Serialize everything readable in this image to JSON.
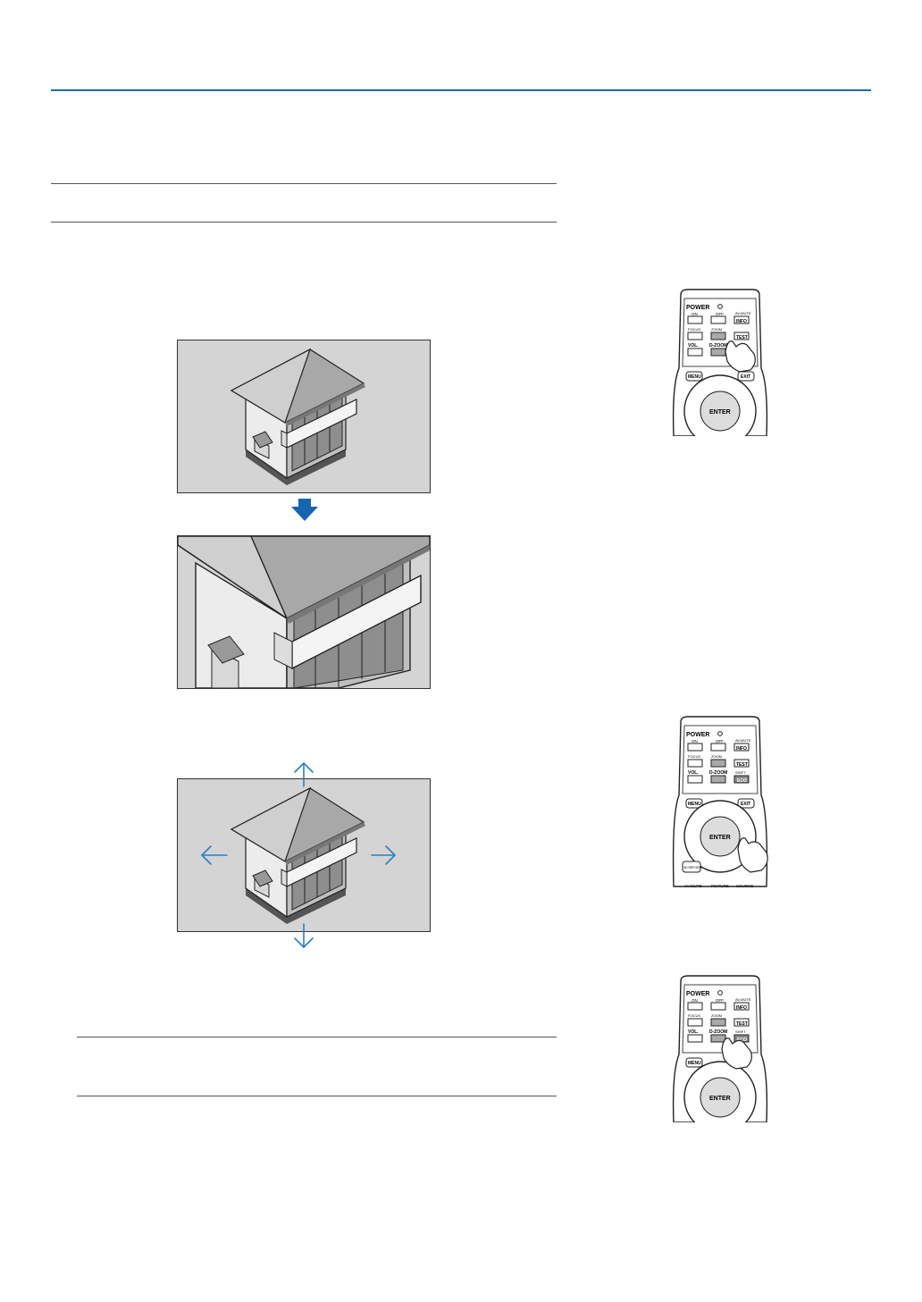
{
  "remotes": [
    {
      "power_label": "POWER",
      "on_label": "ON",
      "off_label": "OFF",
      "info_top_label": "AV-MUTE",
      "info_label": "INFO",
      "focus_label": "FOCUS",
      "zoom_label": "ZOOM",
      "test_label": "TEST",
      "vol_label": "VOL.",
      "dzoom_label": "D-ZOOM",
      "menu_label": "MENU",
      "exit_label": "EXIT",
      "enter_label": "ENTER"
    },
    {
      "power_label": "POWER",
      "on_label": "ON",
      "off_label": "OFF",
      "info_top_label": "AV-MUTE",
      "info_label": "INFO",
      "focus_label": "FOCUS",
      "zoom_label": "ZOOM",
      "test_label": "TEST",
      "eco_top_label": "SHIFT",
      "eco_label": "ECO",
      "vol_label": "VOL.",
      "dzoom_label": "D-ZOOM",
      "menu_label": "MENU",
      "exit_label": "EXIT",
      "enter_label": "ENTER",
      "source_btn_label": "3D REFORM",
      "bottom_labels": [
        "AV-MUTE",
        "PICTURE",
        "SOURCE"
      ]
    },
    {
      "power_label": "POWER",
      "on_label": "ON",
      "off_label": "OFF",
      "info_top_label": "AV-MUTE",
      "info_label": "INFO",
      "focus_label": "FOCUS",
      "zoom_label": "ZOOM",
      "test_label": "TEST",
      "eco_top_label": "SHIFT",
      "eco_label": "ECO",
      "vol_label": "VOL.",
      "dzoom_label": "D-ZOOM",
      "menu_label": "MENU",
      "enter_label": "ENTER"
    }
  ],
  "colors": {
    "accent_rule": "#1a6fa8",
    "down_arrow": "#1565b0",
    "pan_arrows": "#2a7fc0",
    "image_background": "#d4d4d4"
  }
}
